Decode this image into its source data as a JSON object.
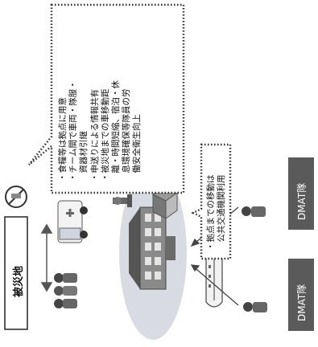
{
  "disaster_area_label": "被災地",
  "bubble_main": {
    "lines": [
      "・食糧等は拠点に用意",
      "・チーム間で車両・隊服・",
      "　資器材引継",
      "・申送りによる情報共有",
      "・被災地までの車移動距",
      "　離・時間短縮、宿泊・休",
      "　息環境確保等隊員の労",
      "　働安全衛生向上"
    ]
  },
  "bubble_transit": {
    "lines": [
      "・拠点までの移動は",
      "　公共交通機関利用"
    ]
  },
  "dmat_left": "DMAT隊",
  "dmat_right": "DMAT隊",
  "colors": {
    "ellipse": "#d9dbe2",
    "box_dark": "#5a5a5a",
    "callout_border": "#2b2b2b",
    "bg": "#ffffff"
  }
}
